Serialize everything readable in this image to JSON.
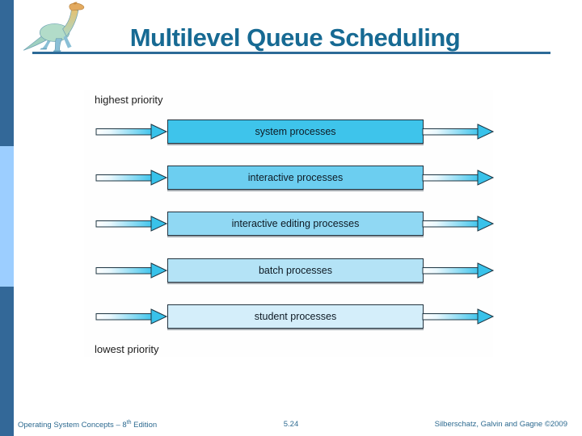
{
  "slide": {
    "title": "Multilevel Queue Scheduling"
  },
  "diagram": {
    "top_label": "highest priority",
    "bottom_label": "lowest priority",
    "queues": [
      {
        "label": "system processes",
        "fill": "#3EC4EB"
      },
      {
        "label": "interactive processes",
        "fill": "#6CCEF0"
      },
      {
        "label": "interactive editing processes",
        "fill": "#90D8F3"
      },
      {
        "label": "batch processes",
        "fill": "#B4E3F6"
      },
      {
        "label": "student processes",
        "fill": "#D4EEFA"
      }
    ]
  },
  "footer": {
    "left_prefix": "Operating System Concepts – 8",
    "left_sup": "th",
    "left_suffix": " Edition",
    "page": "5.24",
    "right": "Silberschatz, Galvin and Gagne ©2009"
  },
  "icons": {
    "logo": "dinosaur-logo-icon",
    "arrow_in": "queue-inbound-arrow-icon",
    "arrow_out": "queue-outbound-arrow-icon"
  },
  "colors": {
    "title": "#176a93",
    "rule": "#2c6a97",
    "sidebar_dark": "#336898",
    "sidebar_light": "#9CCEFF",
    "arrow_cyan": "#38C2EA",
    "arrow_outline": "#1e3542",
    "footer_text": "#2d6a90"
  }
}
